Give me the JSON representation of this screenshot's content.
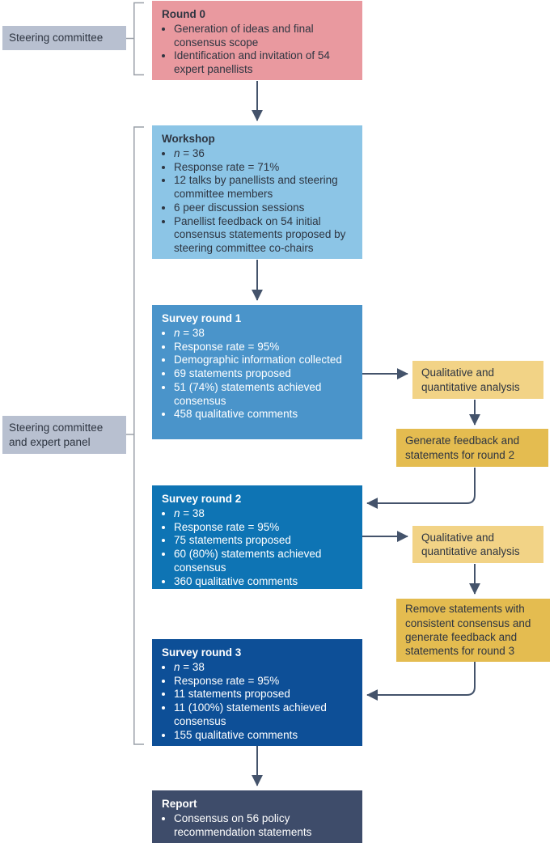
{
  "figure": {
    "type": "flowchart",
    "description": "Delphi consensus process flow diagram"
  },
  "side_labels": {
    "steering_committee": "Steering committee",
    "steering_expert_panel": "Steering committee and expert panel"
  },
  "boxes": {
    "round0": {
      "title": "Round 0",
      "bullets": [
        "Generation of ideas and final consensus scope",
        "Identification and invitation of 54 expert panellists"
      ]
    },
    "workshop": {
      "title": "Workshop",
      "bullets": [
        "n = 36",
        "Response rate = 71%",
        "12 talks by panellists and steering committee members",
        "6 peer discussion sessions",
        "Panellist feedback on 54 initial consensus statements proposed by steering committee co-chairs"
      ]
    },
    "survey1": {
      "title": "Survey round 1",
      "bullets": [
        "n = 38",
        "Response rate = 95%",
        "Demographic information collected",
        "69 statements proposed",
        "51 (74%) statements achieved consensus",
        "458 qualitative comments"
      ]
    },
    "survey2": {
      "title": "Survey round 2",
      "bullets": [
        "n = 38",
        "Response rate = 95%",
        "75 statements proposed",
        "60 (80%) statements achieved consensus",
        "360 qualitative comments"
      ]
    },
    "survey3": {
      "title": "Survey round 3",
      "bullets": [
        "n = 38",
        "Response rate = 95%",
        "11 statements proposed",
        "11 (100%) statements achieved consensus",
        "155 qualitative comments"
      ]
    },
    "report": {
      "title": "Report",
      "bullets": [
        "Consensus on 56 policy recommendation statements"
      ]
    },
    "qual_analysis_1": {
      "text": "Qualitative and quantitative analysis"
    },
    "generate_feedback_round2": {
      "text": "Generate feedback and statements for round 2"
    },
    "qual_analysis_2": {
      "text": "Qualitative and quantitative analysis"
    },
    "remove_statements_round3": {
      "text": "Remove statements with consistent consensus and generate feedback and statements for round 3"
    }
  },
  "colors": {
    "round0_pink": "#e9999f",
    "workshop_light_blue": "#8cc5e6",
    "survey1_mid_blue": "#4a94ca",
    "survey2_strong_blue": "#0e74b4",
    "survey3_dark_blue": "#0d4f97",
    "report_slate": "#3e4c6a",
    "analysis_light_yellow": "#f2d386",
    "action_gold": "#e4bc50",
    "label_gray": "#b8c0d0",
    "arrow": "#44536b",
    "bracket": "#9aa0a8",
    "dark_text": "#2e3541",
    "light_text": "#ffffff"
  }
}
